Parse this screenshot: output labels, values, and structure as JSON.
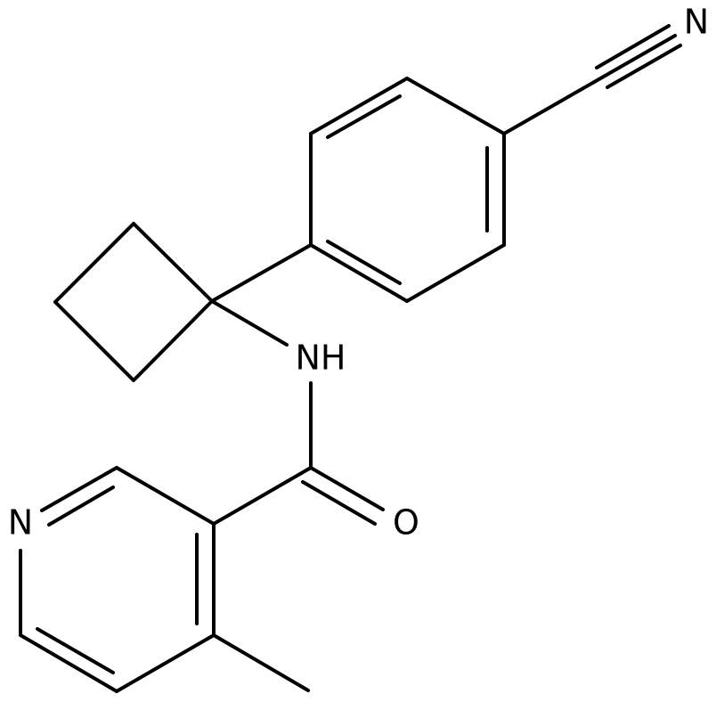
{
  "structure": {
    "atoms": {
      "nitrile_n": "N",
      "amide_nh": "NH",
      "carbonyl_o": "O",
      "pyridine_n": "N"
    },
    "colors": {
      "bond": "#000000",
      "label": "#000000",
      "background": "#ffffff"
    }
  }
}
